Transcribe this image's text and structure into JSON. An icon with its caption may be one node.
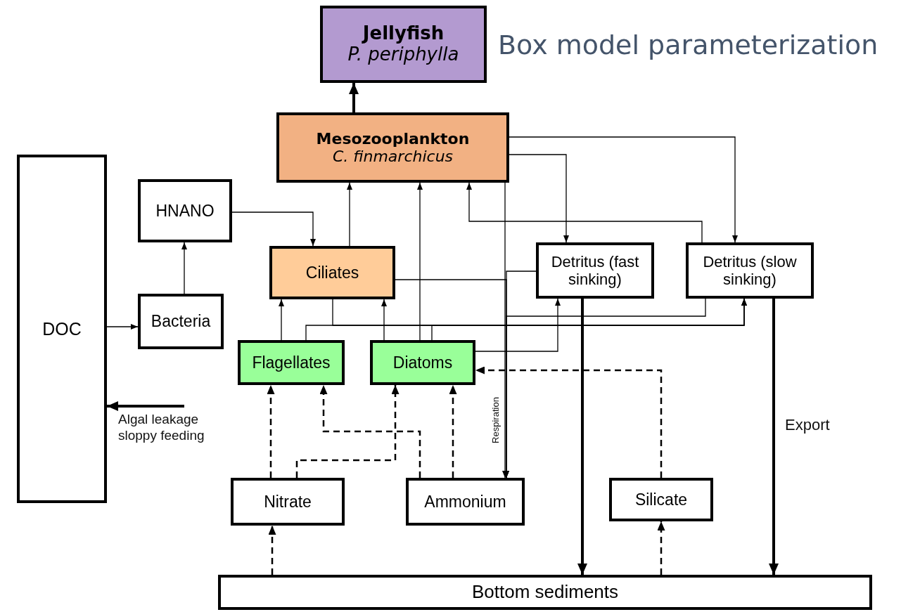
{
  "diagram": {
    "title": "Box model parameterization",
    "nodes": [
      {
        "text": [
          "Jellyfish",
          "P. periphylla"
        ]
      },
      {
        "text": [
          "Mesozooplankton",
          "C. finmarchicus"
        ]
      },
      {
        "text": [
          "DOC"
        ]
      },
      {
        "text": [
          "HNANO"
        ]
      },
      {
        "text": [
          "Ciliates"
        ]
      },
      {
        "text": [
          "Detritus (fast sinking)"
        ]
      },
      {
        "text": [
          "Detritus (slow sinking)"
        ]
      },
      {
        "text": [
          "Bacteria"
        ]
      },
      {
        "text": [
          "Flagellates"
        ]
      },
      {
        "text": [
          "Diatoms"
        ]
      },
      {
        "text": [
          "Nitrate"
        ]
      },
      {
        "text": [
          "Ammonium"
        ]
      },
      {
        "text": [
          "Silicate"
        ]
      },
      {
        "text": [
          "Bottom sediments"
        ]
      }
    ],
    "edges": [
      {
        "from": 1,
        "to": 0,
        "arrow": "to",
        "style": "thick"
      },
      {
        "from": 7,
        "to": 3,
        "arrow": "to"
      },
      {
        "from": 2,
        "to": 7,
        "arrow": "to"
      },
      {
        "from": null,
        "to": 2,
        "arrow": "to",
        "style": "thick",
        "label": "Algal leakage sloppy feeding"
      },
      {
        "from": 3,
        "to": 4,
        "arrow": "to"
      },
      {
        "from": 4,
        "to": 1,
        "arrow": "to"
      },
      {
        "from": 9,
        "to": 1,
        "arrow": "to"
      },
      {
        "from": 6,
        "to": 1,
        "arrow": "to"
      },
      {
        "from": 1,
        "to": 5,
        "arrow": "to"
      },
      {
        "from": 1,
        "to": 6,
        "arrow": "to"
      },
      {
        "from": 1,
        "to": 11,
        "arrow": "to",
        "label": "Respiration"
      },
      {
        "from": 4,
        "to": 11,
        "arrow": "to"
      },
      {
        "from": 5,
        "to": 11,
        "arrow": "to"
      },
      {
        "from": 6,
        "to": 11,
        "arrow": "to"
      },
      {
        "from": 8,
        "to": 4,
        "arrow": "to"
      },
      {
        "from": 9,
        "to": 4,
        "arrow": "to"
      },
      {
        "from": 4,
        "to": 6,
        "arrow": "to"
      },
      {
        "from": 8,
        "to": 6,
        "arrow": "to"
      },
      {
        "from": 9,
        "to": 6,
        "arrow": "to"
      },
      {
        "from": 9,
        "to": 5,
        "arrow": "to"
      },
      {
        "from": 5,
        "to": 13,
        "arrow": "to",
        "style": "thick"
      },
      {
        "from": 6,
        "to": 13,
        "arrow": "to",
        "style": "thick",
        "label": "Export"
      },
      {
        "from": 12,
        "to": 9,
        "arrow": "to",
        "style": "dashed"
      },
      {
        "from": 10,
        "to": 8,
        "arrow": "to",
        "style": "dashed"
      },
      {
        "from": 10,
        "to": 9,
        "arrow": "to",
        "style": "dashed"
      },
      {
        "from": 11,
        "to": 8,
        "arrow": "to",
        "style": "dashed"
      },
      {
        "from": 11,
        "to": 9,
        "arrow": "to",
        "style": "dashed"
      },
      {
        "from": 13,
        "to": 10,
        "arrow": "to",
        "style": "dashed"
      },
      {
        "from": 13,
        "to": 12,
        "arrow": "to",
        "style": "dashed"
      }
    ]
  }
}
